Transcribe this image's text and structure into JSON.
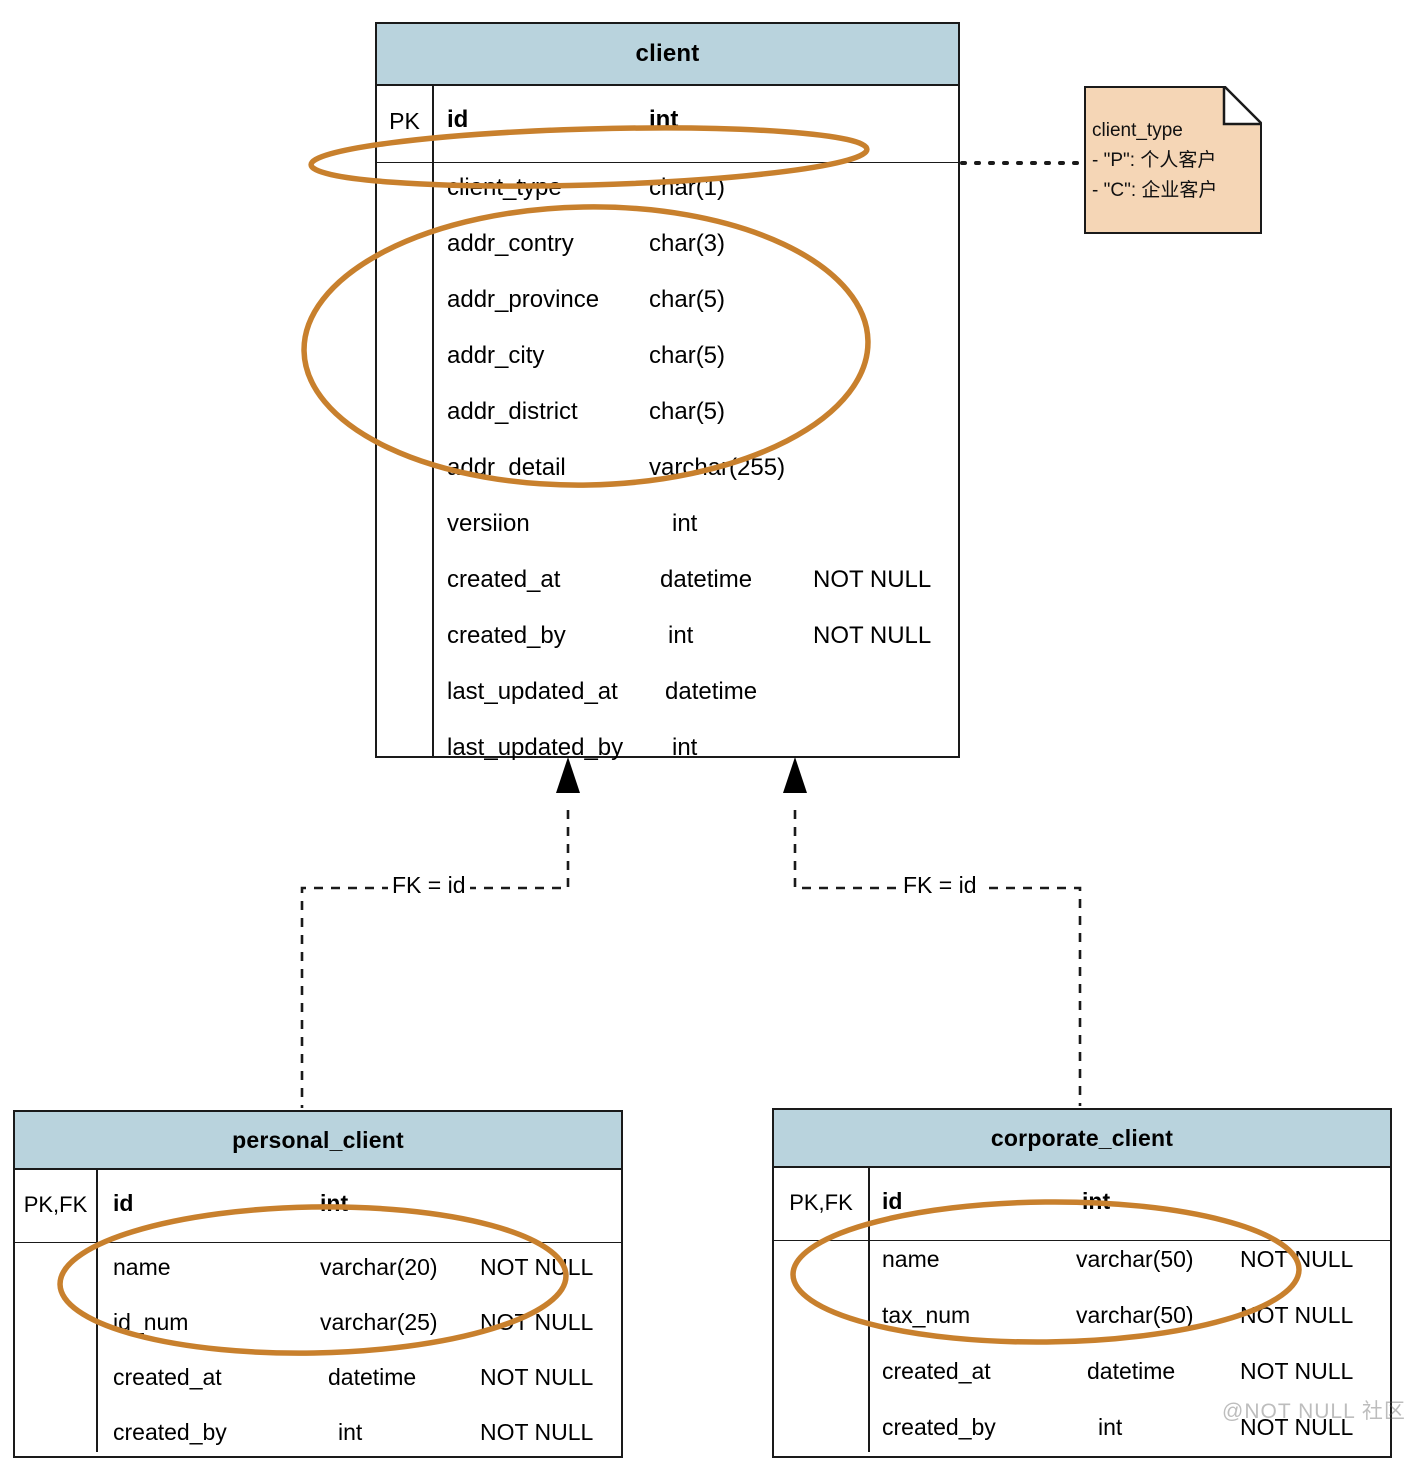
{
  "diagram": {
    "title": "client entity relationship diagram",
    "header_color": "#b9d3dd",
    "note_color": "#f5d6b6",
    "highlight_color": "#c8802d",
    "line_color": "#1a1a1a"
  },
  "entities": [
    {
      "name": "client",
      "key_label": "PK",
      "pk_field": {
        "key": "PK",
        "name": "id",
        "type": "int",
        "constraint": ""
      },
      "fields": [
        {
          "name": "client_type",
          "type": "char(1)",
          "constraint": ""
        },
        {
          "name": "addr_contry",
          "type": "char(3)",
          "constraint": ""
        },
        {
          "name": "addr_province",
          "type": "char(5)",
          "constraint": ""
        },
        {
          "name": "addr_city",
          "type": "char(5)",
          "constraint": ""
        },
        {
          "name": "addr_district",
          "type": "char(5)",
          "constraint": ""
        },
        {
          "name": "addr_detail",
          "type": "varchar(255)",
          "constraint": ""
        },
        {
          "name": "versiion",
          "type": "int",
          "constraint": ""
        },
        {
          "name": "created_at",
          "type": "datetime",
          "constraint": "NOT NULL"
        },
        {
          "name": "created_by",
          "type": "int",
          "constraint": "NOT NULL"
        },
        {
          "name": "last_updated_at",
          "type": "datetime",
          "constraint": ""
        },
        {
          "name": "last_updated_by",
          "type": "int",
          "constraint": ""
        }
      ]
    },
    {
      "name": "personal_client",
      "key_label": "PK,FK",
      "pk_field": {
        "key": "PK,FK",
        "name": "id",
        "type": "int",
        "constraint": ""
      },
      "fields": [
        {
          "name": "name",
          "type": "varchar(20)",
          "constraint": "NOT NULL"
        },
        {
          "name": "id_num",
          "type": "varchar(25)",
          "constraint": "NOT NULL"
        },
        {
          "name": "created_at",
          "type": "datetime",
          "constraint": "NOT NULL"
        },
        {
          "name": "created_by",
          "type": "int",
          "constraint": "NOT NULL"
        }
      ]
    },
    {
      "name": "corporate_client",
      "key_label": "PK,FK",
      "pk_field": {
        "key": "PK,FK",
        "name": "id",
        "type": "int",
        "constraint": ""
      },
      "fields": [
        {
          "name": "name",
          "type": "varchar(50)",
          "constraint": "NOT NULL"
        },
        {
          "name": "tax_num",
          "type": "varchar(50)",
          "constraint": "NOT NULL"
        },
        {
          "name": "created_at",
          "type": "datetime",
          "constraint": "NOT NULL"
        },
        {
          "name": "created_by",
          "type": "int",
          "constraint": "NOT NULL"
        }
      ]
    }
  ],
  "note": {
    "line1": "client_type",
    "line2": "- \"P\": 个人客户",
    "line3": "- \"C\": 企业客户"
  },
  "relationships": [
    {
      "label": "FK = id",
      "from": "personal_client",
      "to": "client"
    },
    {
      "label": "FK = id",
      "from": "corporate_client",
      "to": "client"
    }
  ],
  "watermark": "@NOT NULL 社区"
}
